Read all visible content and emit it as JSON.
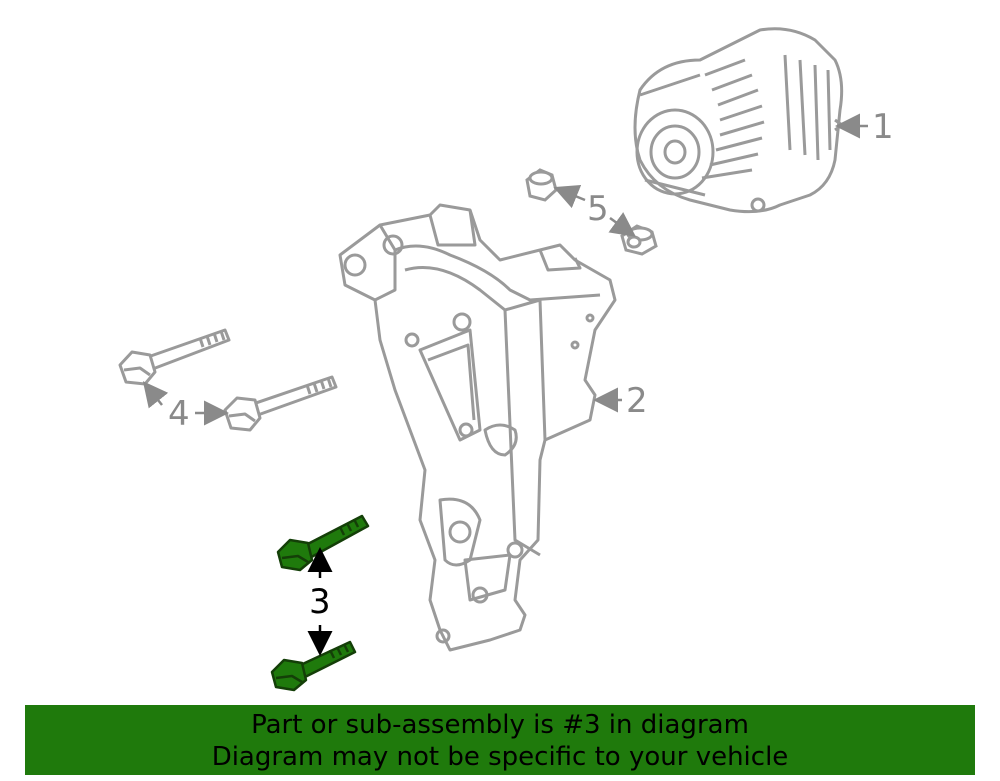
{
  "callouts": {
    "c1": "1",
    "c2": "2",
    "c3": "3",
    "c4": "4",
    "c5": "5"
  },
  "highlighted_part": "3",
  "colors": {
    "line_art": "#9a9a9a",
    "highlight": "#1f7a0c",
    "banner_bg": "#1f7a0c"
  },
  "banner": {
    "line1": "Part or sub-assembly is #3 in diagram",
    "line2": "Diagram may not be specific to your vehicle"
  }
}
